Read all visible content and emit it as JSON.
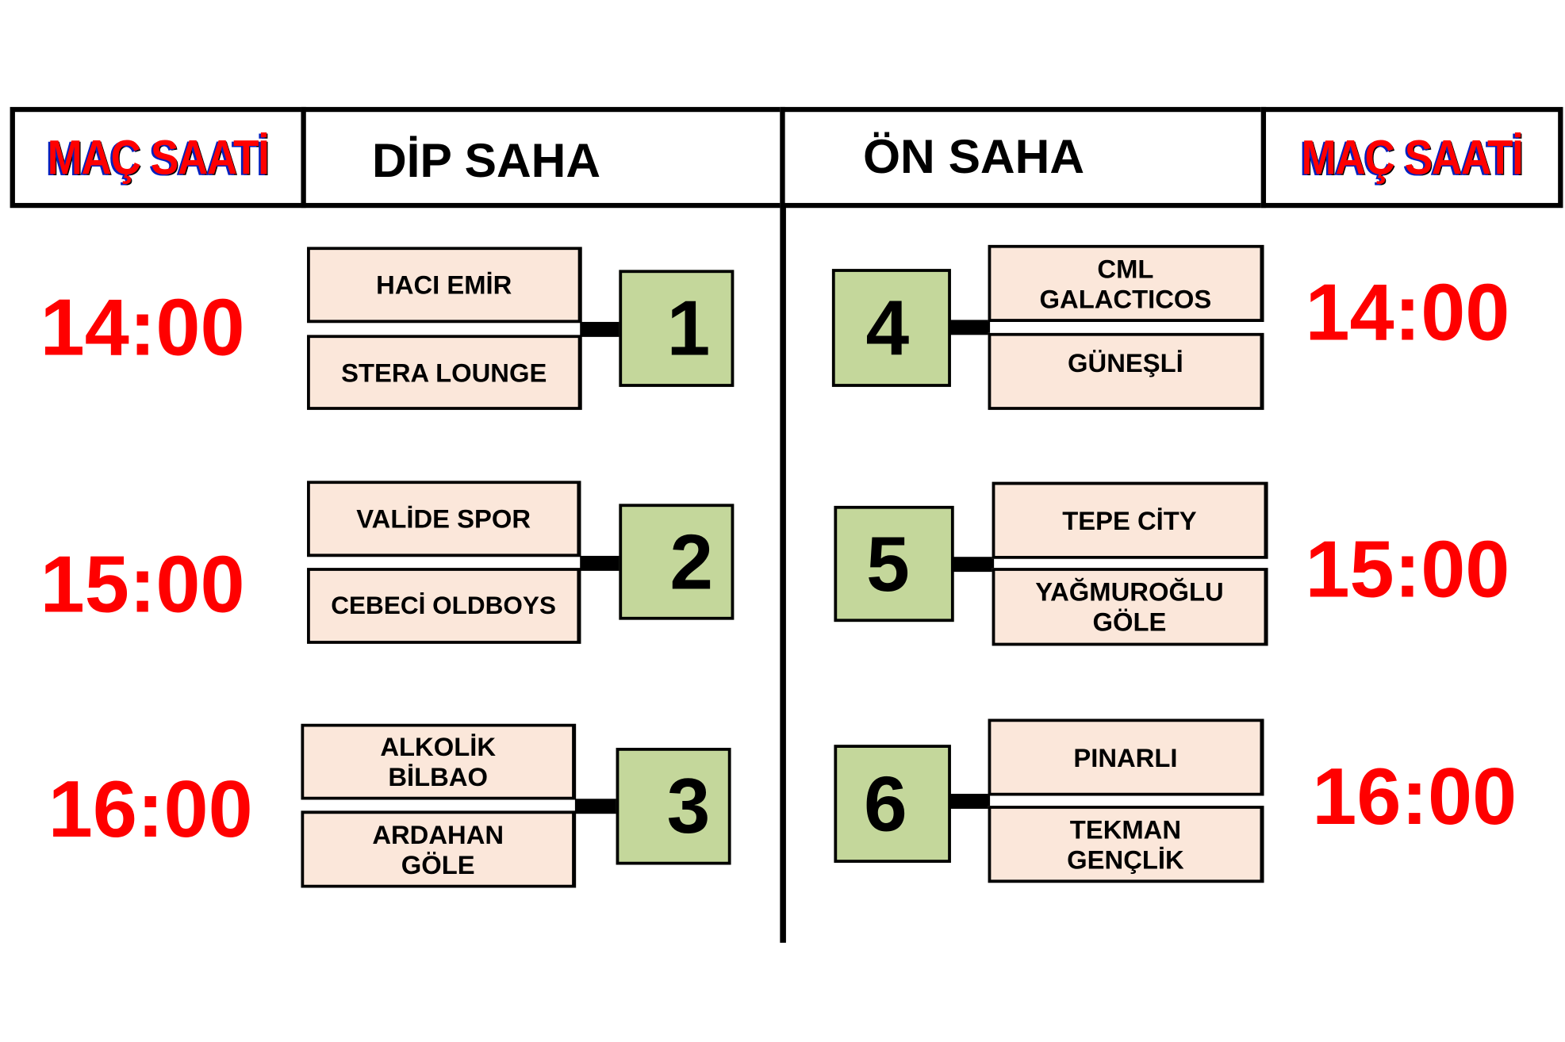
{
  "header": {
    "left_time_label": "MAÇ SAATİ",
    "left_field": "DİP SAHA",
    "right_field": "ÖN SAHA",
    "right_time_label": "MAÇ SAATİ"
  },
  "dip_saha": [
    {
      "number": "1",
      "time": "14:00",
      "team_a": "HACI EMİR",
      "team_b": "STERA LOUNGE"
    },
    {
      "number": "2",
      "time": "15:00",
      "team_a": "VALİDE SPOR",
      "team_b": "CEBECİ OLDBOYS"
    },
    {
      "number": "3",
      "time": "16:00",
      "team_a": "ALKOLİK BİLBAO",
      "team_b": "ARDAHAN GÖLE"
    }
  ],
  "on_saha": [
    {
      "number": "4",
      "time": "14:00",
      "team_a": "CML GALACTICOS",
      "team_b": "GÜNEŞLİ"
    },
    {
      "number": "5",
      "time": "15:00",
      "team_a": "TEPE CİTY",
      "team_b": "YAĞMUROĞLU GÖLE"
    },
    {
      "number": "6",
      "time": "16:00",
      "team_a": "PINARLI",
      "team_b": "TEKMAN GENÇLİK"
    }
  ],
  "colors": {
    "team_fill": "#fbe7da",
    "number_fill": "#c4d79b",
    "time": "#ff0000"
  }
}
